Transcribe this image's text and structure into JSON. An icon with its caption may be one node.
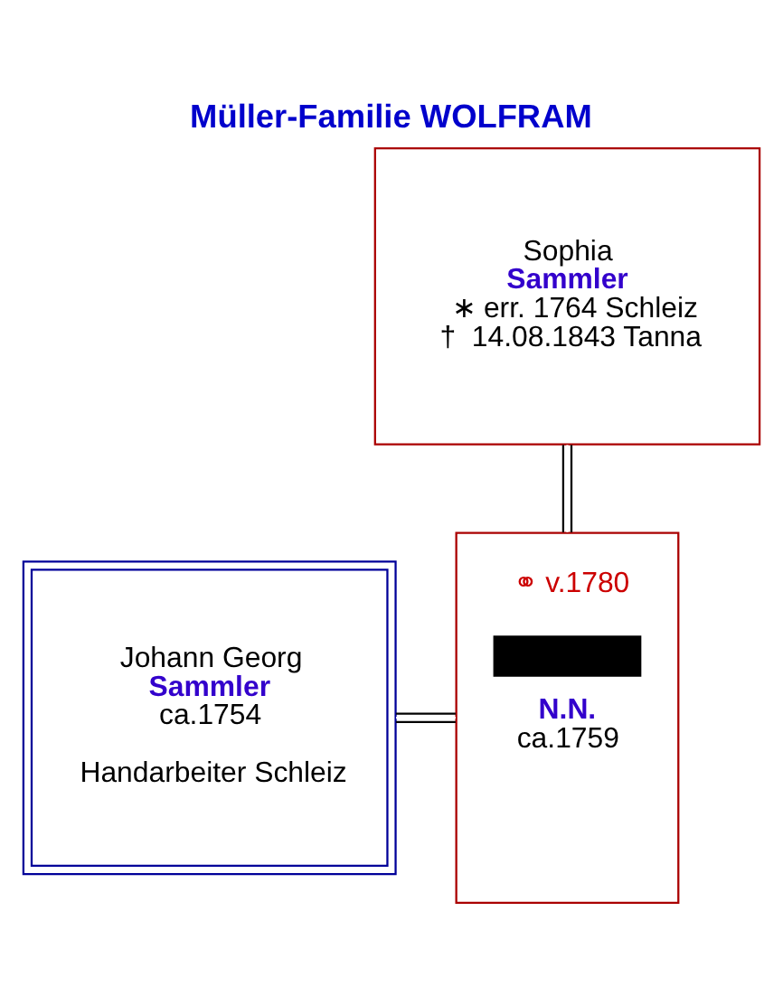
{
  "diagram": {
    "title": "Müller-Familie WOLFRAM",
    "nodes": [
      {
        "text": [
          "Sophia",
          "Sammler",
          "∗ err. 1764 Schleiz",
          "†  14.08.1843 Tanna"
        ]
      },
      {
        "text": [
          "Johann Georg",
          "Sammler",
          "ca.1754",
          "Handarbeiter Schleiz"
        ]
      },
      {
        "text": [
          "⚭ v.1780",
          "N.N.",
          "ca.1759"
        ]
      }
    ],
    "edges": [
      {
        "from": 0,
        "to": 2,
        "arrow": "none"
      },
      {
        "from": 1,
        "to": 2,
        "arrow": "none"
      }
    ]
  }
}
